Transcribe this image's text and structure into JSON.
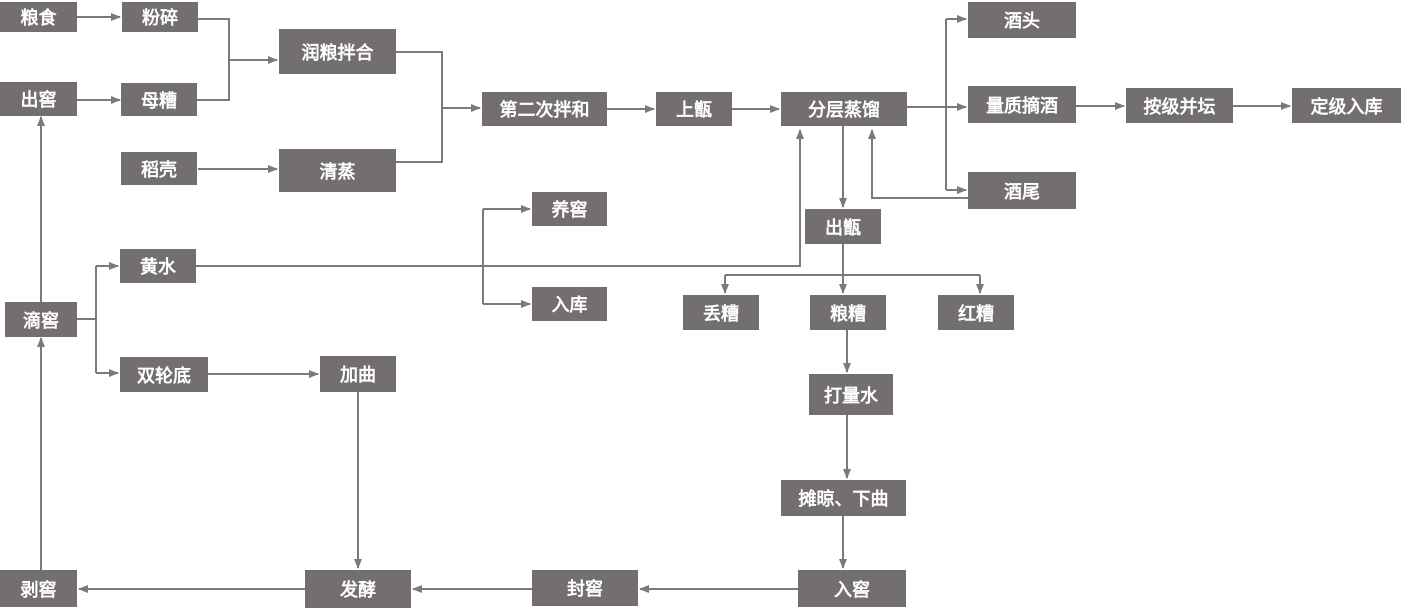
{
  "colors": {
    "box": "#736f6e",
    "line": "#7a7a7a",
    "text": "#ffffff"
  },
  "nodes": {
    "liangshi": "粮食",
    "fensui": "粉碎",
    "runliang": "润粮拌合",
    "chujiao": "出窖",
    "muzao": "母糟",
    "daoke": "稻壳",
    "qingzheng": "清蒸",
    "dierci": "第二次拌和",
    "shangzeng": "上甑",
    "fenceng": "分层蒸馏",
    "jiutou": "酒头",
    "liangzhi": "量质摘酒",
    "anji": "按级并坛",
    "dingji": "定级入库",
    "jiuwei": "酒尾",
    "yangjiao": "养窖",
    "chuzeng": "出甑",
    "huangshui": "黄水",
    "ruku": "入库",
    "diuzao": "丢糟",
    "liangzao": "粮糟",
    "hongzao": "红糟",
    "dijiao": "滴窖",
    "shuanglundi": "双轮底",
    "jiaqu": "加曲",
    "daliangshui": "打量水",
    "tanliang": "摊晾、下曲",
    "bojiao": "剥窖",
    "fajiao": "发酵",
    "fengjiao": "封窖",
    "rujiao": "入窖"
  }
}
